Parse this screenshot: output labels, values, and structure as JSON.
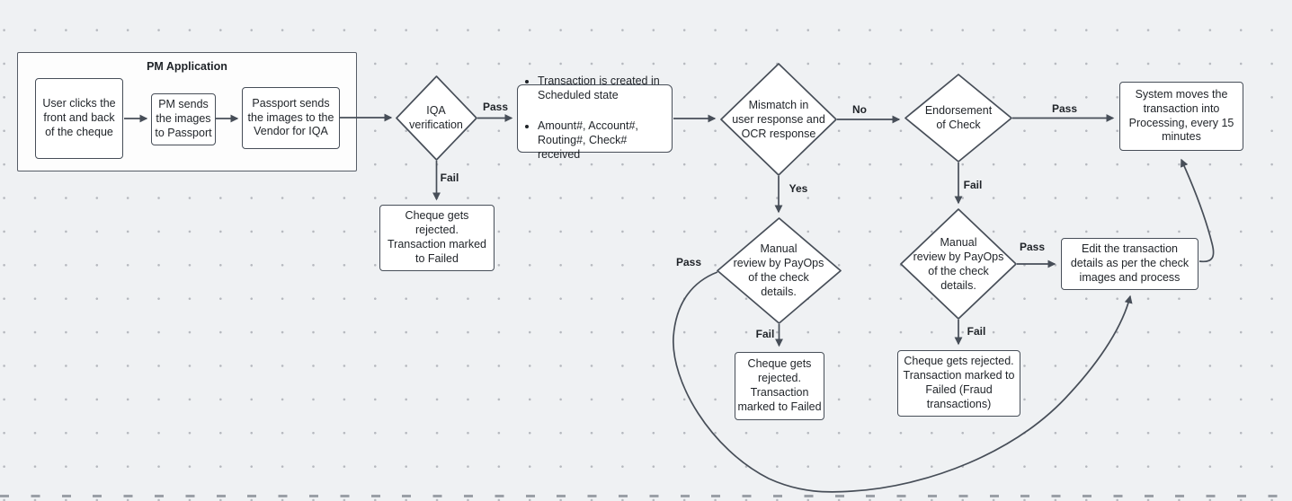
{
  "colors": {
    "canvas_background": "#eff1f3",
    "grid_dot": "#b5b8be",
    "shape_fill": "#ffffff",
    "shape_stroke": "#474e58",
    "text": "#1f2328"
  },
  "frame": {
    "title": "PM Application"
  },
  "nodes": {
    "user_clicks": "User clicks the\nfront and back\nof the cheque",
    "pm_sends": "PM sends\nthe images\nto Passport",
    "passport_sends": "Passport sends\nthe images to the\nVendor for IQA",
    "iqa_verification": "IQA\nverification",
    "scheduled_items": [
      "Transaction is created in\nScheduled state",
      "Amount#, Account#,\nRouting#, Check# received"
    ],
    "mismatch": "Mismatch in\nuser response and\nOCR response",
    "endorsement": "Endorsement\nof Check",
    "system_processing": "System moves the\ntransaction into\nProcessing, every 15\nminutes",
    "rejected_iqa": "Cheque gets\nrejected.\nTransaction marked\nto Failed",
    "manual_review_1": "Manual\nreview by PayOps\nof the check\ndetails.",
    "rejected_manual": "Cheque gets\nrejected.\nTransaction\nmarked to Failed",
    "manual_review_2": "Manual\nreview by PayOps\nof the check\ndetails.",
    "rejected_fraud": "Cheque gets rejected.\nTransaction marked to\nFailed (Fraud\ntransactions)",
    "edit_transaction": "Edit the transaction\ndetails as per the check\nimages and process"
  },
  "edge_labels": {
    "iqa_pass": "Pass",
    "iqa_fail": "Fail",
    "mismatch_no": "No",
    "mismatch_yes": "Yes",
    "endorsement_pass": "Pass",
    "endorsement_fail": "Fail",
    "manual1_pass": "Pass",
    "manual1_fail": "Fail",
    "manual2_pass": "Pass",
    "manual2_fail": "Fail"
  }
}
